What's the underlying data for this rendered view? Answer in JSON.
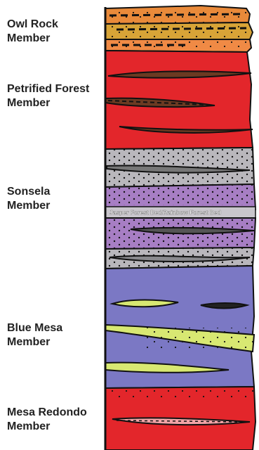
{
  "units": [
    {
      "name_line1": "Owl Rock",
      "name_line2": "Member"
    },
    {
      "name_line1": "Petrified Forest",
      "name_line2": "Member"
    },
    {
      "name_line1": "Sonsela",
      "name_line2": "Member"
    },
    {
      "name_line1": "Blue Mesa",
      "name_line2": "Member"
    },
    {
      "name_line1": "Mesa Redondo",
      "name_line2": "Member"
    }
  ],
  "bed_label": "Jasper Forest Bed/Rainbow Forest Bed",
  "colors": {
    "owl_rock_top": "#e98a3a",
    "owl_rock_mid": "#d8a437",
    "owl_rock_low": "#f08a45",
    "petrified_forest": "#e3262b",
    "sonsela_gray": "#b9b7bc",
    "sonsela_purple": "#a77ec4",
    "blue_mesa": "#7b78c4",
    "sandstone_lens": "#d8e872",
    "mesa_redondo": "#e3262b",
    "mudstone_lens": "#6b3a22",
    "outline": "#111111"
  }
}
